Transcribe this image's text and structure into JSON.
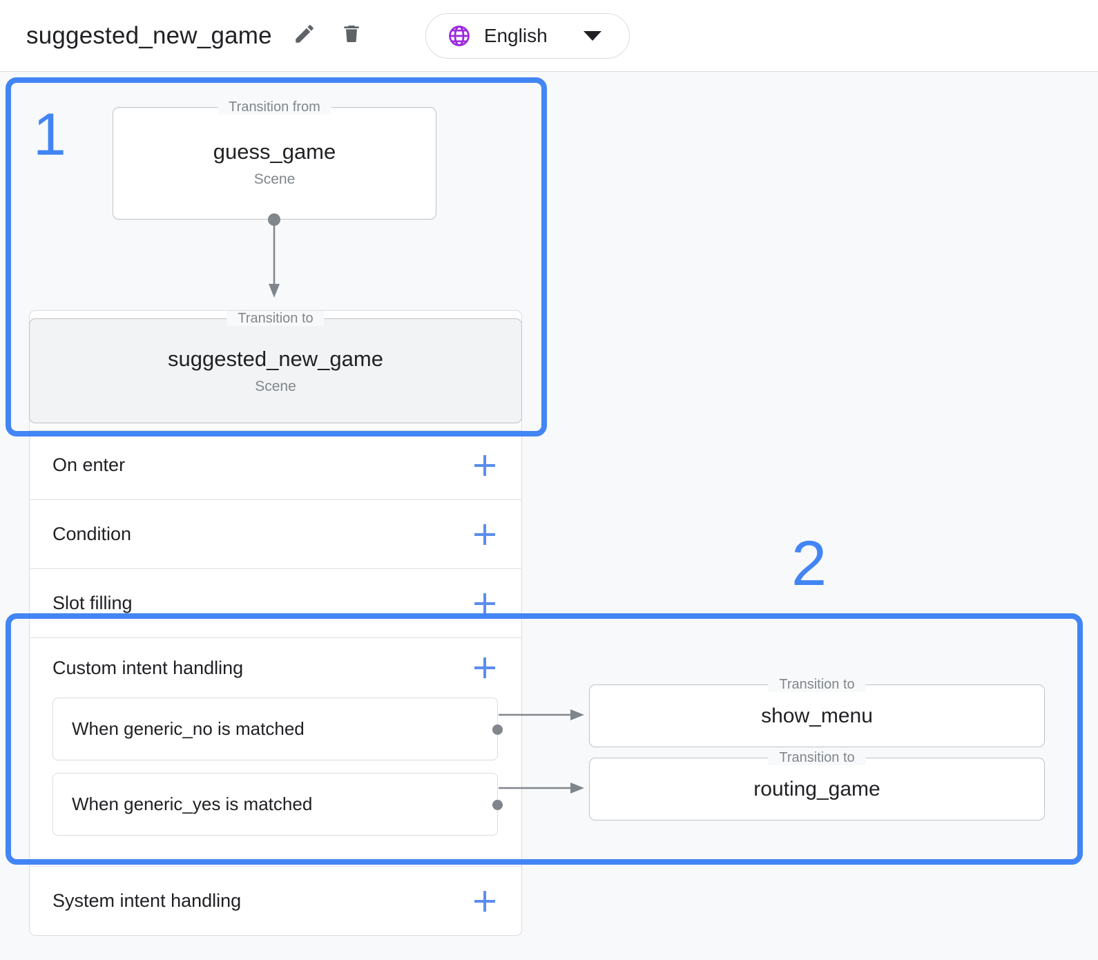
{
  "header": {
    "scene_title": "suggested_new_game",
    "edit_icon": "pencil-icon",
    "delete_icon": "trash-icon",
    "language": {
      "icon": "globe-icon",
      "label": "English",
      "caret": "chevron-down-icon"
    }
  },
  "annotations": [
    {
      "number": "1"
    },
    {
      "number": "2"
    }
  ],
  "graph": {
    "transition_from": {
      "legend": "Transition from",
      "name": "guess_game",
      "type": "Scene"
    },
    "transition_to": {
      "legend": "Transition to",
      "name": "suggested_new_game",
      "type": "Scene"
    }
  },
  "scene_card": {
    "rows": [
      {
        "label": "On enter",
        "add_label": "+"
      },
      {
        "label": "Condition",
        "add_label": "+"
      },
      {
        "label": "Slot filling",
        "add_label": "+"
      }
    ],
    "custom_intent_handling": {
      "label": "Custom intent handling",
      "add_label": "+",
      "items": [
        {
          "label": "When generic_no is matched"
        },
        {
          "label": "When generic_yes is matched"
        }
      ]
    },
    "system_intent_handling": {
      "label": "System intent handling",
      "add_label": "+"
    }
  },
  "targets": [
    {
      "legend": "Transition to",
      "name": "show_menu"
    },
    {
      "legend": "Transition to",
      "name": "routing_game"
    }
  ],
  "colors": {
    "annotation_blue": "#4285f4",
    "accent_blue": "#5b8dee",
    "globe_purple": "#9c27e0",
    "icon_gray": "#5f6368",
    "surface": "#ffffff",
    "background": "#f8f9fa",
    "node_gray": "#f1f3f4",
    "border": "#dadce0"
  }
}
